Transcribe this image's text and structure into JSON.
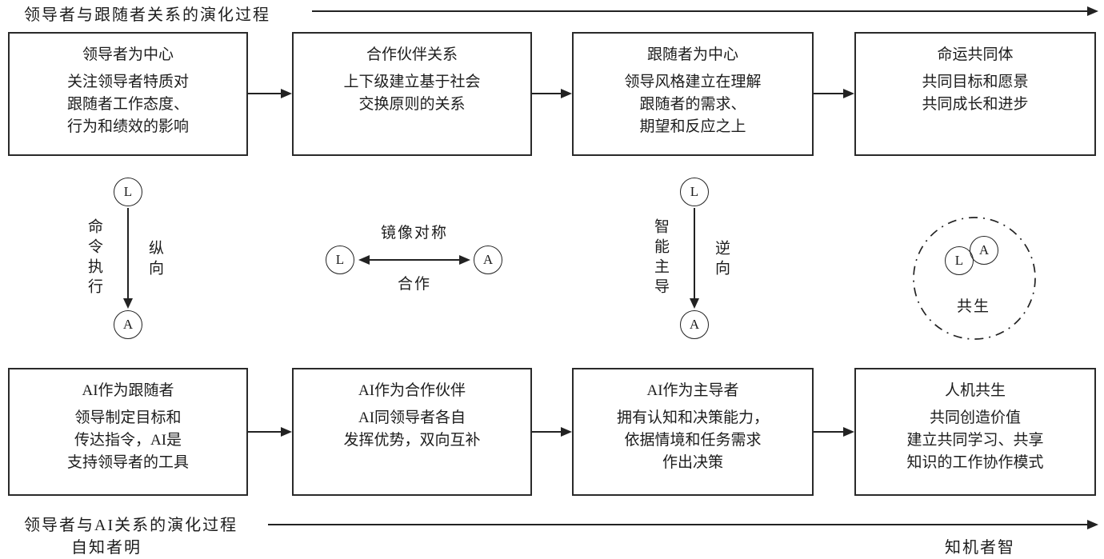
{
  "axes": {
    "top_label": "领导者与跟随者关系的演化过程",
    "bottom_label": "领导者与AI关系的演化过程",
    "bottom_left_note": "自知者明",
    "bottom_right_note": "知机者智"
  },
  "top_row": [
    {
      "title": "领导者为中心",
      "body": "关注领导者特质对\n跟随者工作态度、\n行为和绩效的影响"
    },
    {
      "title": "合作伙伴关系",
      "body": "上下级建立基于社会\n交换原则的关系"
    },
    {
      "title": "跟随者为中心",
      "body": "领导风格建立在理解\n跟随者的需求、\n期望和反应之上"
    },
    {
      "title": "命运共同体",
      "body": "共同目标和愿景\n共同成长和进步"
    }
  ],
  "bottom_row": [
    {
      "title": "AI作为跟随者",
      "body": "领导制定目标和\n传达指令，AI是\n支持领导者的工具"
    },
    {
      "title": "AI作为合作伙伴",
      "body": "AI同领导者各自\n发挥优势，双向互补"
    },
    {
      "title": "AI作为主导者",
      "body": "拥有认知和决策能力，\n依据情境和任务需求\n作出决策"
    },
    {
      "title": "人机共生",
      "body": "共同创造价值\n建立共同学习、共享\n知识的工作协作模式"
    }
  ],
  "relations": {
    "stage1": {
      "leader": "L",
      "ai": "A",
      "left_label": "命令执行",
      "right_label": "纵向"
    },
    "stage2": {
      "leader": "L",
      "ai": "A",
      "top_label": "镜像对称",
      "bottom_label": "合作"
    },
    "stage3": {
      "leader": "L",
      "ai": "A",
      "left_label": "智能主导",
      "right_label": "逆向"
    },
    "stage4": {
      "leader": "L",
      "ai": "A",
      "label": "共生"
    }
  }
}
